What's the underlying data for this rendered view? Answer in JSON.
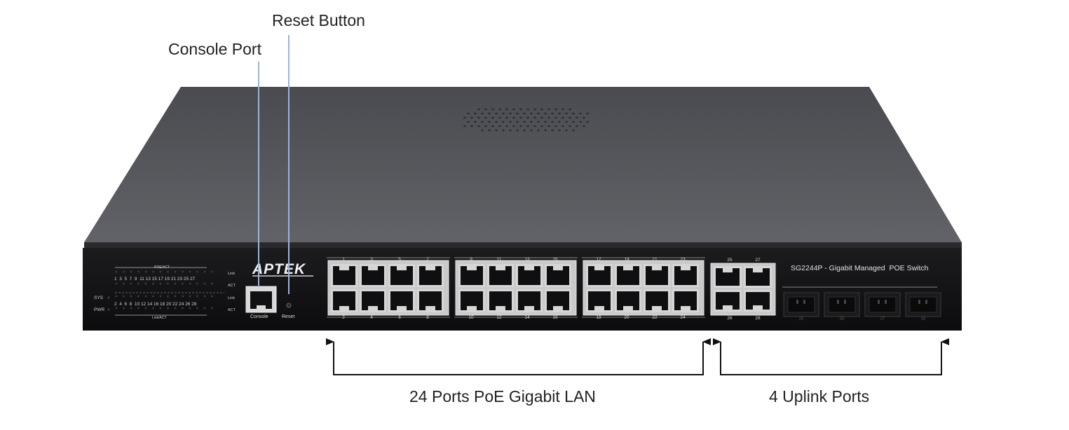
{
  "callouts": {
    "reset": "Reset Button",
    "console": "Console Port",
    "lan": "24 Ports PoE Gigabit LAN",
    "uplink": "4 Uplink Ports"
  },
  "device": {
    "brand": "APTEK",
    "model_text": "SG2244P - Gigabit Managed  POE Switch",
    "console_label": "Console",
    "reset_label": "Reset",
    "led": {
      "top_caption": "POE/ACT",
      "bottom_caption": "Link/ACT",
      "odd_ports": "1  3  5  7  9  11 13 15 17 19 21 23 25 27",
      "even_ports": "2  4  6  8  10 12 14 16 18 20 22 24 26 28",
      "sys": "SYS",
      "pwr": "PWR",
      "link": "Link",
      "act": "ACT"
    },
    "port_top_numbers": [
      "1",
      "3",
      "5",
      "7",
      "9",
      "11",
      "13",
      "15",
      "17",
      "19",
      "21",
      "23"
    ],
    "port_bottom_numbers": [
      "2",
      "4",
      "6",
      "8",
      "10",
      "12",
      "14",
      "16",
      "18",
      "20",
      "22",
      "24"
    ],
    "uplink_top_numbers": [
      "25",
      "27"
    ],
    "uplink_bottom_numbers": [
      "26",
      "28"
    ],
    "sfp_numbers": [
      "25",
      "26",
      "27",
      "28"
    ]
  },
  "colors": {
    "chassis_top": "#55565b",
    "front_panel": "#141416",
    "callout_line": "#9db3d9",
    "arrow": "#111111"
  }
}
